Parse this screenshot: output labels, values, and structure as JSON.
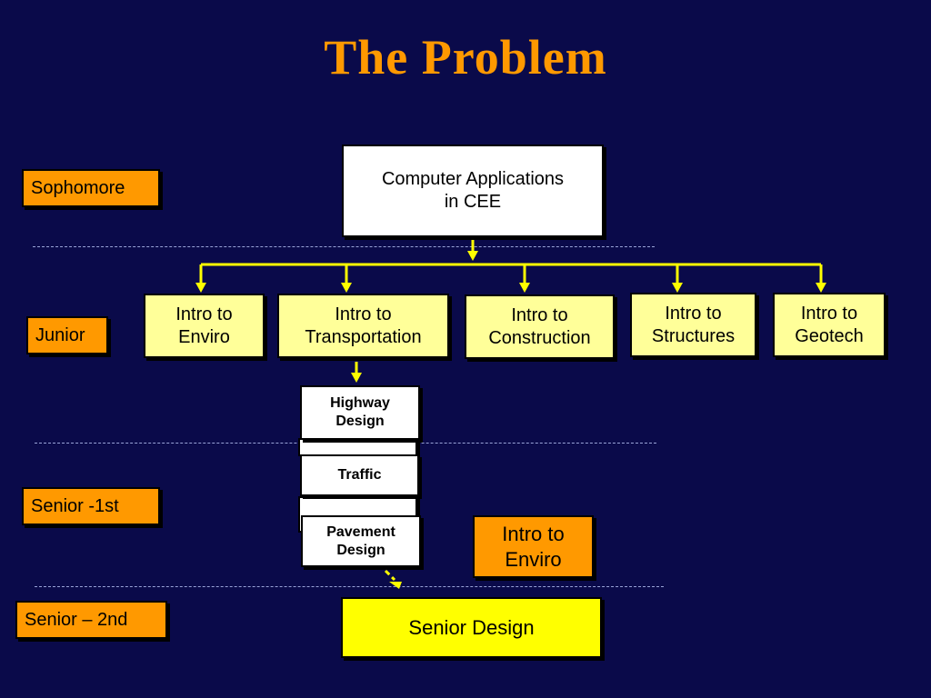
{
  "title": "The Problem",
  "levels": {
    "sophomore": "Sophomore",
    "junior": "Junior",
    "senior1": "Senior -1st",
    "senior2": "Senior – 2nd"
  },
  "courses": {
    "computer_apps": "Computer Applications\nin CEE",
    "intro_enviro": "Intro to\nEnviro",
    "intro_transportation": "Intro to\nTransportation",
    "intro_construction": "Intro to\nConstruction",
    "intro_structures": "Intro to\nStructures",
    "intro_geotech": "Intro to\nGeotech",
    "highway_design": "Highway\nDesign",
    "traffic": "Traffic",
    "pavement_design": "Pavement\nDesign",
    "senior_intro_enviro": "Intro to\nEnviro",
    "senior_design": "Senior Design"
  },
  "colors": {
    "background": "#0a0a4a",
    "title": "#ff9900",
    "arrow": "#ffff00"
  }
}
